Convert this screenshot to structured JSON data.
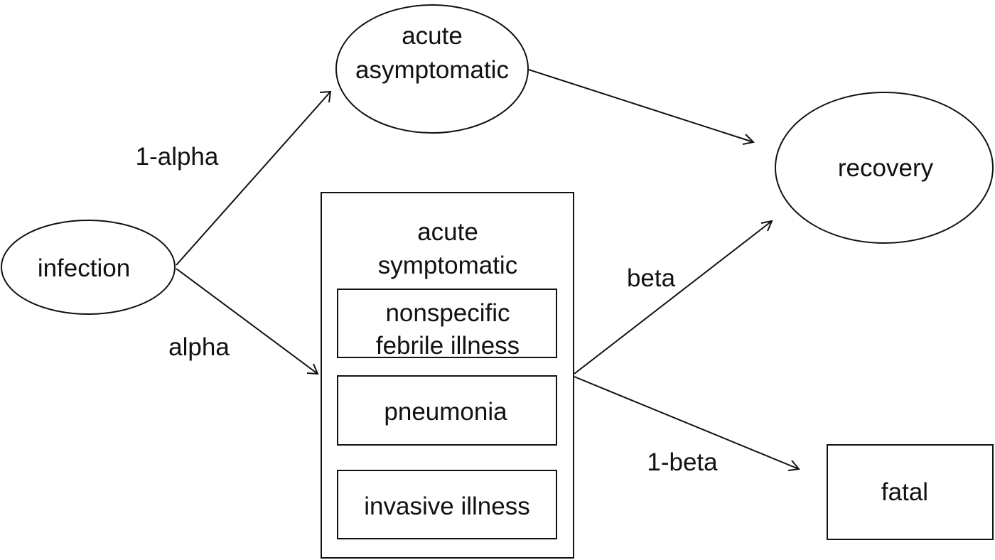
{
  "nodes": {
    "infection": {
      "label": "infection"
    },
    "acute_asymptomatic": {
      "line1": "acute",
      "line2": "asymptomatic"
    },
    "acute_symptomatic": {
      "line1": "acute",
      "line2": "symptomatic",
      "subtypes": {
        "nonspecific": {
          "line1": "nonspecific",
          "line2": "febrile illness"
        },
        "pneumonia": {
          "label": "pneumonia"
        },
        "invasive": {
          "label": "invasive illness"
        }
      }
    },
    "recovery": {
      "label": "recovery"
    },
    "fatal": {
      "label": "fatal"
    }
  },
  "edges": {
    "infection_to_asymptomatic": {
      "label": "1-alpha"
    },
    "infection_to_symptomatic": {
      "label": "alpha"
    },
    "symptomatic_to_recovery": {
      "label": "beta"
    },
    "symptomatic_to_fatal": {
      "label": "1-beta"
    },
    "asymptomatic_to_recovery": {
      "label": ""
    }
  }
}
